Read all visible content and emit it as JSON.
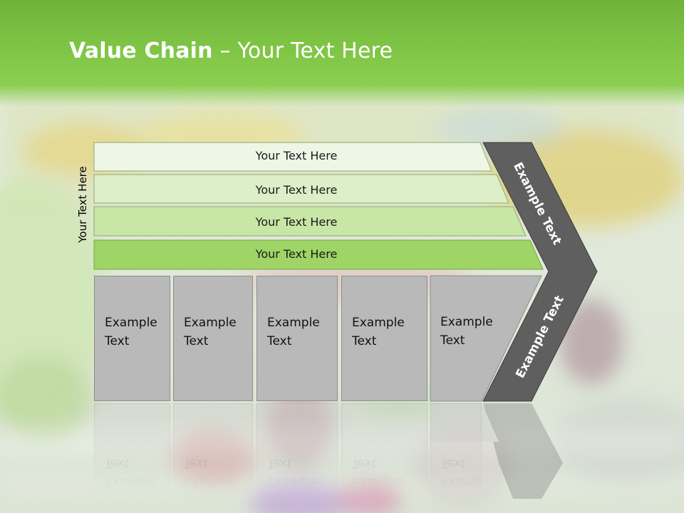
{
  "slide": {
    "title_bold": "Value Chain",
    "title_rest": " – Your Text Here",
    "side_label": "Your Text Here"
  },
  "rows": [
    {
      "text": "Your Text Here",
      "color": "#eef6e6"
    },
    {
      "text": "Your Text Here",
      "color": "#dcefc8"
    },
    {
      "text": "Your Text Here",
      "color": "#c8e6a6"
    },
    {
      "text": "Your Text Here",
      "color": "#9fd466"
    }
  ],
  "boxes": [
    {
      "line1": "Example",
      "line2": "Text"
    },
    {
      "line1": "Example",
      "line2": "Text"
    },
    {
      "line1": "Example",
      "line2": "Text"
    },
    {
      "line1": "Example",
      "line2": "Text"
    },
    {
      "line1": "Example",
      "line2": "Text"
    }
  ],
  "chevron": {
    "top_text": "Example Text",
    "bottom_text": "Example Text",
    "color": "#5f5f5f"
  },
  "colors": {
    "header_green": "#7fc545",
    "box_gray": "#b9b9b9"
  }
}
